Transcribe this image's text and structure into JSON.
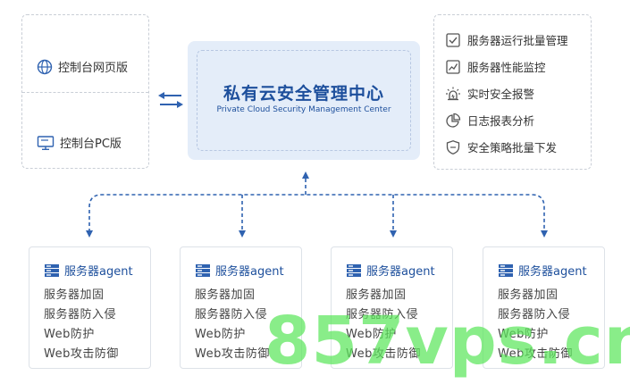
{
  "console": {
    "web_label": "控制台网页版",
    "pc_label": "控制台PC版"
  },
  "center": {
    "title": "私有云安全管理中心",
    "subtitle": "Private Cloud Security Management Center"
  },
  "features": [
    {
      "icon": "checklist-icon",
      "label": "服务器运行批量管理"
    },
    {
      "icon": "line-chart-icon",
      "label": "服务器性能监控"
    },
    {
      "icon": "alarm-icon",
      "label": "实时安全报警"
    },
    {
      "icon": "pie-chart-icon",
      "label": "日志报表分析"
    },
    {
      "icon": "shield-icon",
      "label": "安全策略批量下发"
    }
  ],
  "agents": [
    {
      "title": "服务器agent",
      "items": [
        "服务器加固",
        "服务器防入侵",
        "Web防护",
        "Web攻击防御"
      ]
    },
    {
      "title": "服务器agent",
      "items": [
        "服务器加固",
        "服务器防入侵",
        "Web防护",
        "Web攻击防御"
      ]
    },
    {
      "title": "服务器agent",
      "items": [
        "服务器加固",
        "服务器防入侵",
        "Web防护",
        "Web攻击防御"
      ]
    },
    {
      "title": "服务器agent",
      "items": [
        "服务器加固",
        "服务器防入侵",
        "Web防护",
        "Web攻击防御"
      ]
    }
  ],
  "watermark": "857vps.cn",
  "colors": {
    "accent": "#1d4f9c",
    "center_bg": "#e4edf9",
    "connector": "#2f62b0"
  }
}
